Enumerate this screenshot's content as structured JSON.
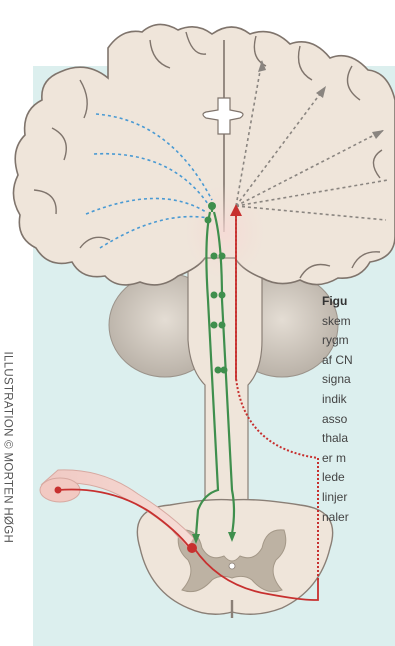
{
  "credit": "ILLUSTRATION © MORTEN HØGH",
  "caption": {
    "title": "Figu",
    "lines": [
      "skem",
      "rygm",
      "af CN",
      "signa",
      "indik",
      "asso",
      "thala",
      "er m",
      "lede",
      "linjer",
      "naler"
    ]
  },
  "colors": {
    "panel_background": "#dcefee",
    "brain_tissue": "#efe5da",
    "brain_outline": "#7f746c",
    "pathway_green": "#3f8f4d",
    "pathway_red": "#c7302f",
    "dashed_blue": "#4a9ad3",
    "dashed_gray": "#8a8580"
  }
}
